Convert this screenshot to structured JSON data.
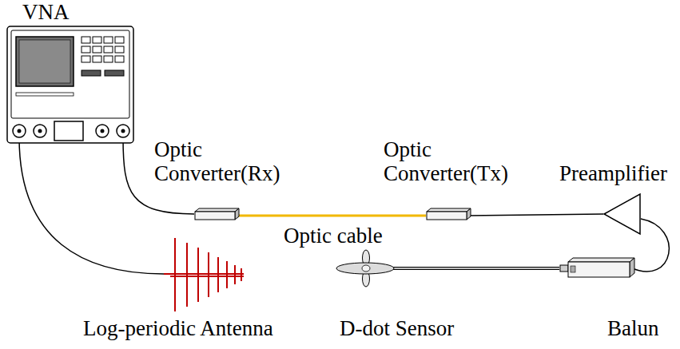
{
  "diagram": {
    "nodes": [
      {
        "text": [
          "VNA"
        ]
      },
      {
        "text": [
          "Optic Converter(Rx)"
        ]
      },
      {
        "text": [
          "Optic Converter(Tx)"
        ]
      },
      {
        "text": [
          "Preamplifier"
        ]
      },
      {
        "text": [
          "Log-periodic Antenna"
        ]
      },
      {
        "text": [
          "D-dot Sensor"
        ]
      },
      {
        "text": [
          "Balun"
        ]
      }
    ],
    "edges": [
      {
        "from": 0,
        "to": 1,
        "arrow": "none"
      },
      {
        "from": 1,
        "to": 2,
        "label": "Optic cable",
        "arrow": "none"
      },
      {
        "from": 2,
        "to": 3,
        "arrow": "none"
      },
      {
        "from": 3,
        "to": 6,
        "arrow": "none"
      },
      {
        "from": 6,
        "to": 5,
        "arrow": "none"
      },
      {
        "from": 0,
        "to": 4,
        "arrow": "none"
      }
    ]
  }
}
